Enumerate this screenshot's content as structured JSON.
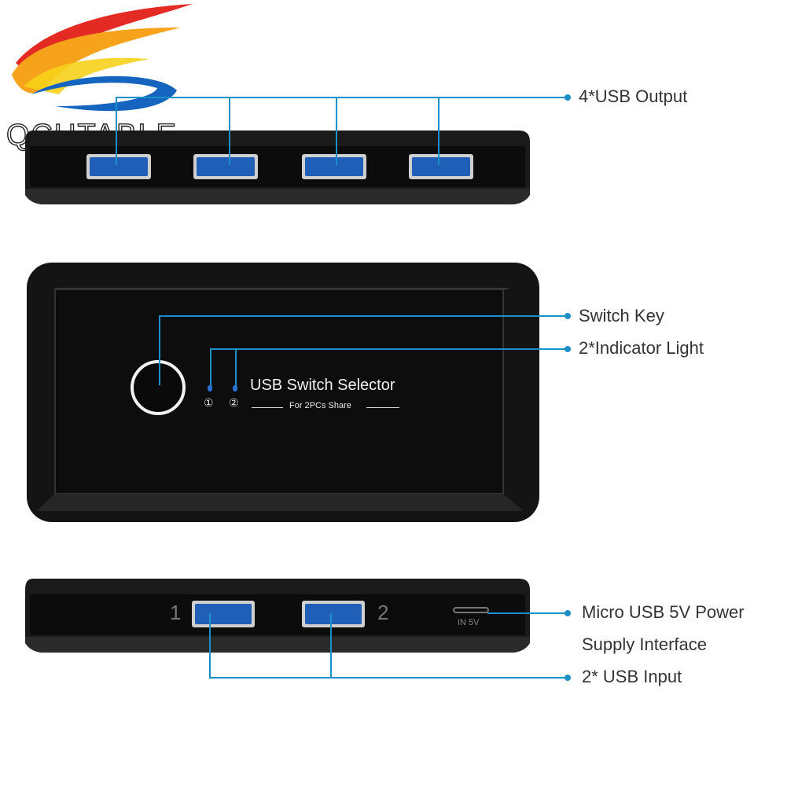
{
  "brand": {
    "name": "QCUTABLE",
    "colors": {
      "red": "#e32b24",
      "orange": "#f7a21b",
      "blue": "#1565c0",
      "yellow": "#f6d21b"
    }
  },
  "callout_color": "#1b8fc9",
  "labels": {
    "usb_output": "4*USB Output",
    "switch_key": "Switch Key",
    "indicator_light": "2*Indicator Light",
    "micro_usb_line1": "Micro USB 5V Power",
    "micro_usb_line2": "Supply Interface",
    "usb_input": "2* USB Input"
  },
  "device": {
    "front_title": "USB Switch Selector",
    "front_subtitle": "For 2PCs Share",
    "indicator_1": "①",
    "indicator_2": "②",
    "port_1_number": "1",
    "port_2_number": "2",
    "power_port_label": "IN 5V"
  }
}
